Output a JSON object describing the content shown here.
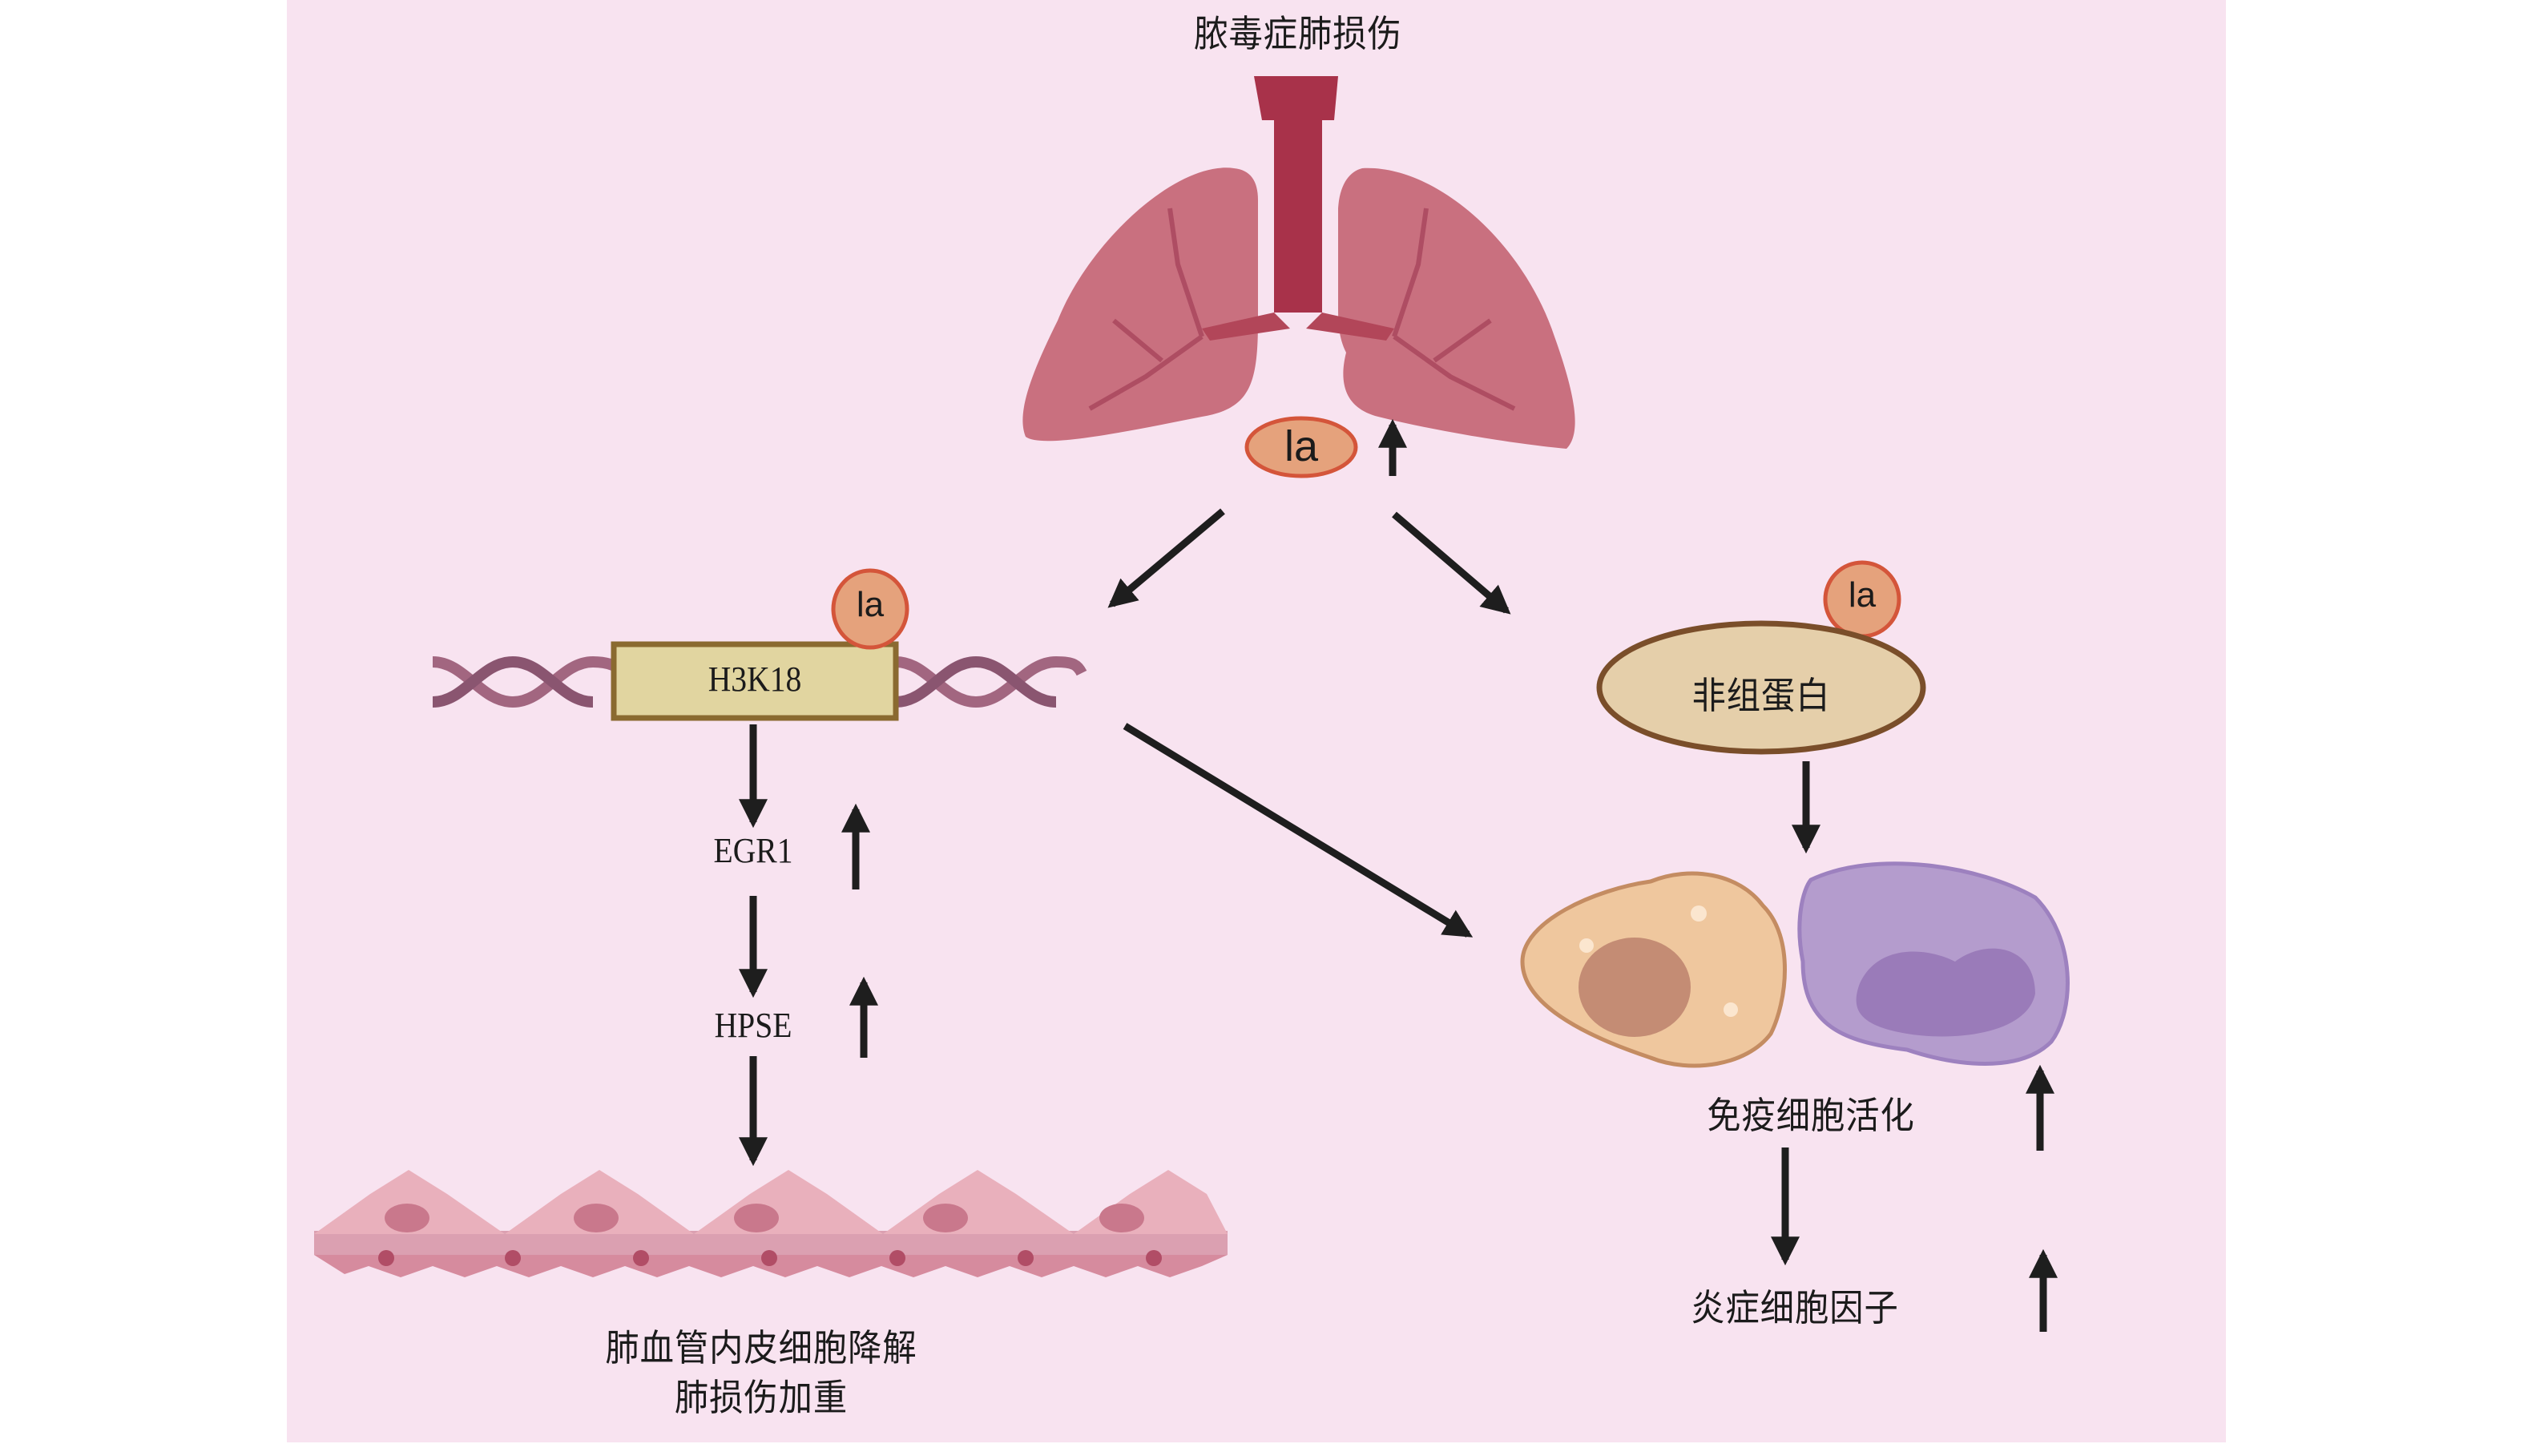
{
  "title": "脓毒症肺损伤",
  "modification_badge": "la",
  "left_pathway": {
    "histone_site": "H3K18",
    "steps": [
      "EGR1",
      "HPSE"
    ],
    "outcome_lines": [
      "肺血管内皮细胞降解",
      "肺损伤加重"
    ]
  },
  "right_pathway": {
    "protein": "非组蛋白",
    "steps": [
      "免疫细胞活化",
      "炎症细胞因子"
    ]
  },
  "colors": {
    "background": "#f8e3f0",
    "lung": "#c9707f",
    "trachea": "#a8324a",
    "badge_fill": "#e5a27c",
    "badge_stroke": "#d4553a",
    "box_fill": "#e1d5a0",
    "box_stroke": "#8a6a30",
    "oval_fill": "#e5cfaa",
    "oval_stroke": "#7a4e2a",
    "arrow": "#1e1e1e",
    "dna": "#a26680",
    "endothelium": "#e2a0ae",
    "macrophage": "#efc79e",
    "lymphocyte": "#b49ccd"
  }
}
